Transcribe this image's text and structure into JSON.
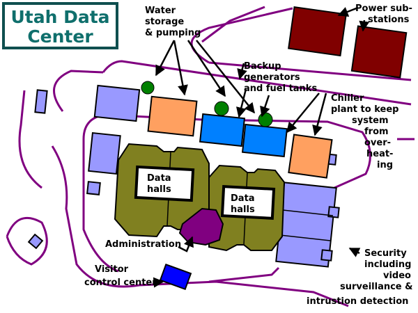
{
  "title": {
    "line1": "Utah Data",
    "line2": "Center"
  },
  "colors": {
    "road": "#800080",
    "admin": "#800080",
    "data_hall": "#808020",
    "power": "#800000",
    "water": "#ffa060",
    "chiller": "#0080ff",
    "generator": "#008000",
    "office": "#9999ff",
    "visitor": "#0000ff",
    "title": "#0f6f6c"
  },
  "labels": {
    "water": [
      "Water",
      "storage",
      "& pumping"
    ],
    "power": [
      "Power sub-",
      "stations"
    ],
    "backup": [
      "Backup",
      "generators",
      "and fuel tanks"
    ],
    "chiller": [
      "Chiller",
      "plant to keep",
      "system",
      "from",
      "over-",
      "heat-",
      "ing"
    ],
    "data_hall_1": [
      "Data",
      "halls"
    ],
    "data_hall_2": [
      "Data",
      "halls"
    ],
    "administration": "Administration",
    "visitor": [
      "Visitor",
      "control center"
    ],
    "security": [
      "Security",
      "including",
      "video",
      "surveillance &",
      "intrustion detection"
    ]
  }
}
